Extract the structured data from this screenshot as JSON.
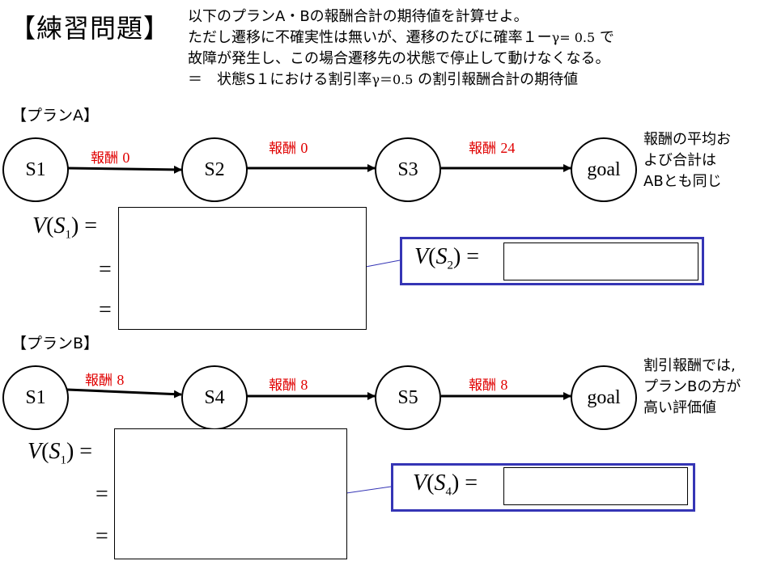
{
  "title": "【練習問題】",
  "problem": {
    "line1": "以下のプランA・Bの報酬合計の期待値を計算せよ。",
    "line2_a": "ただし遷移に不確実性は無いが、遷移のたびに確率１ー",
    "line2_gamma": "γ= 0.5",
    "line2_b": " で",
    "line3": "故障が発生し、この場合遷移先の状態で停止して動けなくなる。",
    "line4_a": "＝　状態S１における割引率",
    "line4_gamma": "γ＝0.5",
    "line4_b": " の割引報酬合計の期待値"
  },
  "plan_a": {
    "label": "【プランA】",
    "nodes": [
      "S1",
      "S2",
      "S3",
      "goal"
    ],
    "reward_word": "報酬",
    "rewards": [
      "0",
      "0",
      "24"
    ],
    "note": [
      "報酬の平均お",
      "よび合計は",
      "ABとも同じ"
    ],
    "v_state": "S",
    "v_sub": "1",
    "v2_state": "S",
    "v2_sub": "2"
  },
  "plan_b": {
    "label": "【プランB】",
    "nodes": [
      "S1",
      "S4",
      "S5",
      "goal"
    ],
    "reward_word": "報酬",
    "rewards": [
      "8",
      "8",
      "8"
    ],
    "note": [
      "割引報酬では,",
      "プランBの方が",
      "高い評価値"
    ],
    "v_state": "S",
    "v_sub": "1",
    "v2_state": "S",
    "v2_sub": "4"
  },
  "symbols": {
    "v": "V",
    "eq": "="
  },
  "colors": {
    "reward": "#e00000",
    "answer_box_border": "#3535b5"
  }
}
